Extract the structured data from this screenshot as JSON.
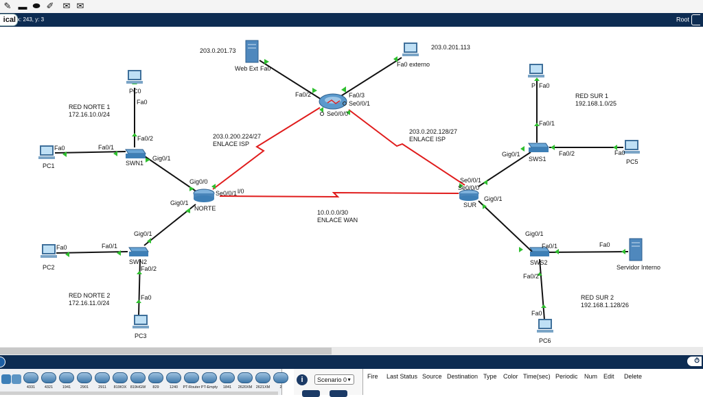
{
  "toolbar": {
    "tools": [
      {
        "name": "pencil-icon",
        "glyph": "✎"
      },
      {
        "name": "rectangle-icon",
        "glyph": "▬"
      },
      {
        "name": "ellipse-icon",
        "glyph": "⬬"
      },
      {
        "name": "freeform-icon",
        "glyph": "✐"
      },
      {
        "name": "mail-icon",
        "glyph": "✉"
      },
      {
        "name": "open-mail-icon",
        "glyph": "✉"
      }
    ]
  },
  "topbar": {
    "logical_tab": "ical",
    "coords": "x: 243, y: 3",
    "root": "Root"
  },
  "labels": {
    "webext_ip": "203.0.201.73",
    "webext_name": "Web Ext",
    "webext_fa0": "Fa0",
    "ext_ip": "203.0.201.113",
    "ext_name": "Fa0 externo",
    "isp_fa02": "Fa0/2",
    "isp_fa03": "Fa0/3",
    "isp_se001": "Se0/0/1",
    "isp_se000": "Se0/0/0",
    "link_norte_isp_net": "203.0.200.224/27",
    "link_norte_isp_name": "ENLACE ISP",
    "link_sur_isp_net": "203.0.202.128/27",
    "link_sur_isp_name": "ENLACE ISP",
    "red_norte1_name": "RED NORTE 1",
    "red_norte1_net": "172.16.10.0/24",
    "pc0": "PC0",
    "pc0_fa0": "Fa0",
    "swn1_fa02": "Fa0/2",
    "swn1_fa01": "Fa0/1",
    "swn1": "SWN1",
    "swn1_gig01": "Gig0/1",
    "pc1_fa0": "Fa0",
    "pc1": "PC1",
    "norte_gig00": "Gig0/0",
    "norte_gig01": "Gig0/1",
    "norte_se001": "Se0/0/1",
    "norte_s0": "l/0",
    "norte": "NORTE",
    "swn2_gig01": "Gig0/1",
    "swn2_fa01": "Fa0/1",
    "swn2": "SWN2",
    "swn2_fa02": "Fa0/2",
    "pc2_fa0": "Fa0",
    "pc2": "PC2",
    "red_norte2_name": "RED NORTE 2",
    "red_norte2_net": "172.16.11.0/24",
    "pc3_fa0": "Fa0",
    "pc3": "PC3",
    "wan_net": "10.0.0.0/30",
    "wan_name": "ENLACE WAN",
    "sur_se001": "Se0/0/1",
    "sur_se000": "Se0/0/0",
    "sur": "SUR",
    "sur_gig01": "Gig0/1",
    "pc4_name": "P",
    "pc4_fa0": "Fa0",
    "red_sur1_name": "RED SUR 1",
    "red_sur1_net": "192.168.1.0/25",
    "sws1_fa01": "Fa0/1",
    "sws1_gig01": "Gig0/1",
    "sws1": "SWS1",
    "sws1_fa02": "Fa0/2",
    "pc5_fa0": "Fa0",
    "pc5": "PC5",
    "sws2_gig01": "Gig0/1",
    "sws2_fa01": "Fa0/1",
    "sws2": "SWS2",
    "sws2_fa02": "Fa0/2",
    "srv_fa0": "Fa0",
    "srv": "Servidor Interno",
    "red_sur2_name": "RED SUR 2",
    "red_sur2_net": "192.168.1.128/26",
    "pc6_fa0": "Fa0",
    "pc6": "PC6"
  },
  "palette": {
    "devices": [
      "4331",
      "4321",
      "1941",
      "2901",
      "2911",
      "819IOX",
      "819HGW",
      "829",
      "1240",
      "PT-Router",
      "PT-Empty",
      "1841",
      "2620XM",
      "2621XM",
      "2"
    ]
  },
  "pdu": {
    "scenario": "Scenario 0"
  },
  "events": {
    "headers": [
      "Fire",
      "Last Status",
      "Source",
      "Destination",
      "Type",
      "Color",
      "Time(sec)",
      "Periodic",
      "Num",
      "Edit",
      "Delete"
    ]
  },
  "colors": {
    "link_ethernet": "#111111",
    "link_serial": "#e01c1c",
    "port_up": "#2fbf2f",
    "topbar": "#0d2c52"
  }
}
